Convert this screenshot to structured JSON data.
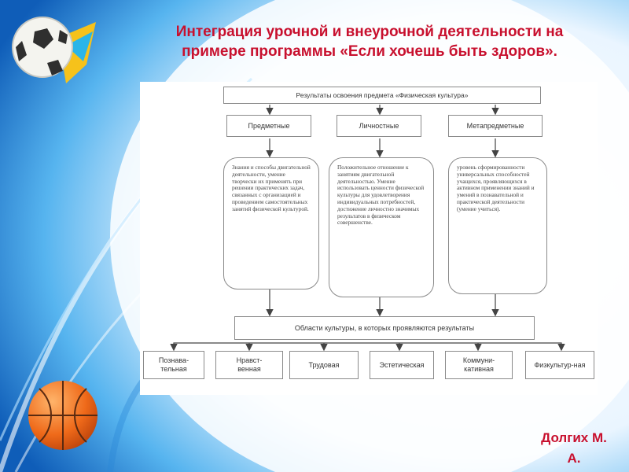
{
  "slide": {
    "title": "Интеграция урочной и внеурочной деятельности на примере программы «Если хочешь быть здоров».",
    "author_line1": "Долгих М.",
    "author_line2": "А.",
    "accent_color": "#c8102e",
    "decorations": [
      "soccer-ball-icon",
      "basketball-icon"
    ]
  },
  "diagram": {
    "top": "Результаты освоения предмета «Физическая культура»",
    "categories": [
      "Предметные",
      "Личностные",
      "Метапредметные"
    ],
    "descriptions": [
      "Знания и способы двигательной деятельности, умение творчески их применять при решении практических задач, связанных с организацией и проведением самостоятельных занятий физической культурой.",
      "Положительное отношение к занятиям двигательной деятельностью. Умение использовать ценности физической культуры для удовлетворения индивидуальных потребностей, достижение личностно значимых результатов в физическом совершенстве.",
      "уровень сформированности универсальных способностей учащихся, проявляющихся в активном применении знаний и умений в познавательной и практической деятельности (умение учиться)."
    ],
    "areas_title": "Области культуры, в которых проявляются результаты",
    "areas": [
      "Познава-тельная",
      "Нравст-венная",
      "Трудовая",
      "Эстетическая",
      "Коммуни-кативная",
      "Физкультур-ная"
    ]
  }
}
